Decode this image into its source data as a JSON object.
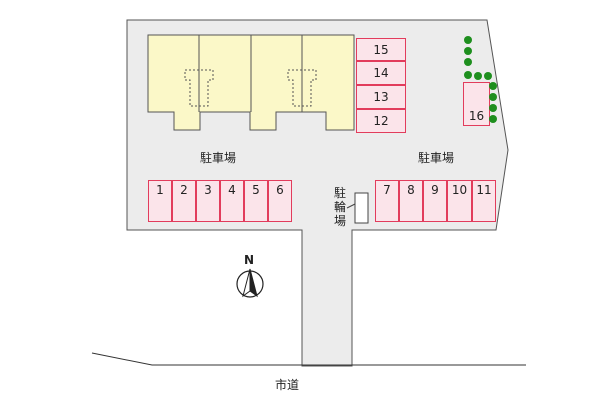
{
  "map": {
    "parking_label_left": "駐車場",
    "parking_label_right": "駐車場",
    "bicycle_parking_label": "駐輪場",
    "road_label": "市道",
    "north_label": "N",
    "spaces": [
      "15",
      "14",
      "13",
      "12",
      "16",
      "1",
      "2",
      "3",
      "4",
      "5",
      "6",
      "7",
      "8",
      "9",
      "10",
      "11"
    ],
    "colors": {
      "ground": "#ececec",
      "building": "#fbf8c8",
      "space_fill": "#fbe4ea",
      "space_border": "#e23c5c",
      "tree": "#1e8f1e"
    }
  }
}
